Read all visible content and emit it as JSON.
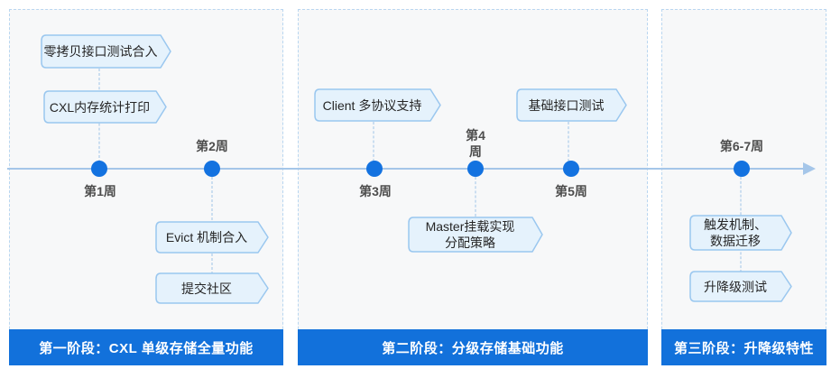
{
  "diagram": {
    "type": "timeline-roadmap",
    "colors": {
      "accent_blue": "#1271db",
      "dot_blue": "#1372e0",
      "timeline_line": "#a5c6e9",
      "tag_fill": "#e5f2fc",
      "tag_border": "#9ac7ef",
      "panel_bg": "#f7f8f9",
      "panel_border": "#b9d6f0",
      "banner_text": "#ffffff",
      "week_label_text": "#4d4d4d",
      "tag_text": "#262626"
    },
    "phases": [
      {
        "banner": "第一阶段：CXL 单级存储全量功能"
      },
      {
        "banner": "第二阶段：分级存储基础功能"
      },
      {
        "banner": "第三阶段：升降级特性"
      }
    ],
    "milestones": [
      {
        "label": "第1周",
        "label_position": "below"
      },
      {
        "label": "第2周",
        "label_position": "above"
      },
      {
        "label": "第3周",
        "label_position": "below"
      },
      {
        "label": "第4\n周",
        "label_position": "above"
      },
      {
        "label": "第5周",
        "label_position": "below"
      },
      {
        "label": "第6-7周",
        "label_position": "above"
      }
    ],
    "tags": [
      {
        "label": "零拷贝接口测试合入",
        "phase": 1,
        "position": "above-week1"
      },
      {
        "label": "CXL内存统计打印",
        "phase": 1,
        "position": "above-week1"
      },
      {
        "label": "Evict 机制合入",
        "phase": 1,
        "position": "below-week2"
      },
      {
        "label": "提交社区",
        "phase": 1,
        "position": "below-week2"
      },
      {
        "label": "Client 多协议支持",
        "phase": 2,
        "position": "above-week3"
      },
      {
        "label": "基础接口测试",
        "phase": 2,
        "position": "above-week5"
      },
      {
        "label": "Master挂载实现\n分配策略",
        "phase": 2,
        "position": "below-week4"
      },
      {
        "label": "触发机制、\n数据迁移",
        "phase": 3,
        "position": "below-week6-7"
      },
      {
        "label": "升降级测试",
        "phase": 3,
        "position": "below-week6-7"
      }
    ]
  }
}
